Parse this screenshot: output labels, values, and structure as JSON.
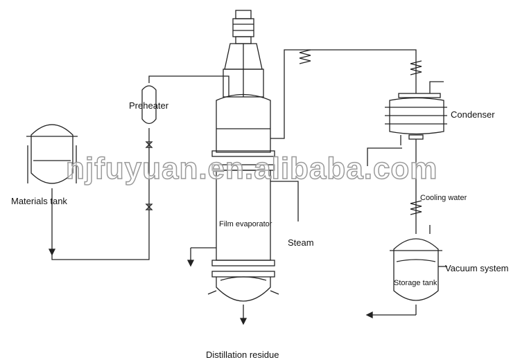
{
  "labels": {
    "preheater": "Preheater",
    "materials_tank": "Materials tank",
    "film_evaporator": "Film evaporator",
    "steam": "Steam",
    "condenser": "Condenser",
    "cooling_water": "Cooling water",
    "vacuum_system": "Vacuum system",
    "storage_tank": "Storage tank",
    "distillation_residue": "Distillation residue"
  },
  "watermark": "njfuyuan.en.alibaba.com",
  "colors": {
    "line": "#222222",
    "watermark_stroke": "#9a9a9a"
  }
}
